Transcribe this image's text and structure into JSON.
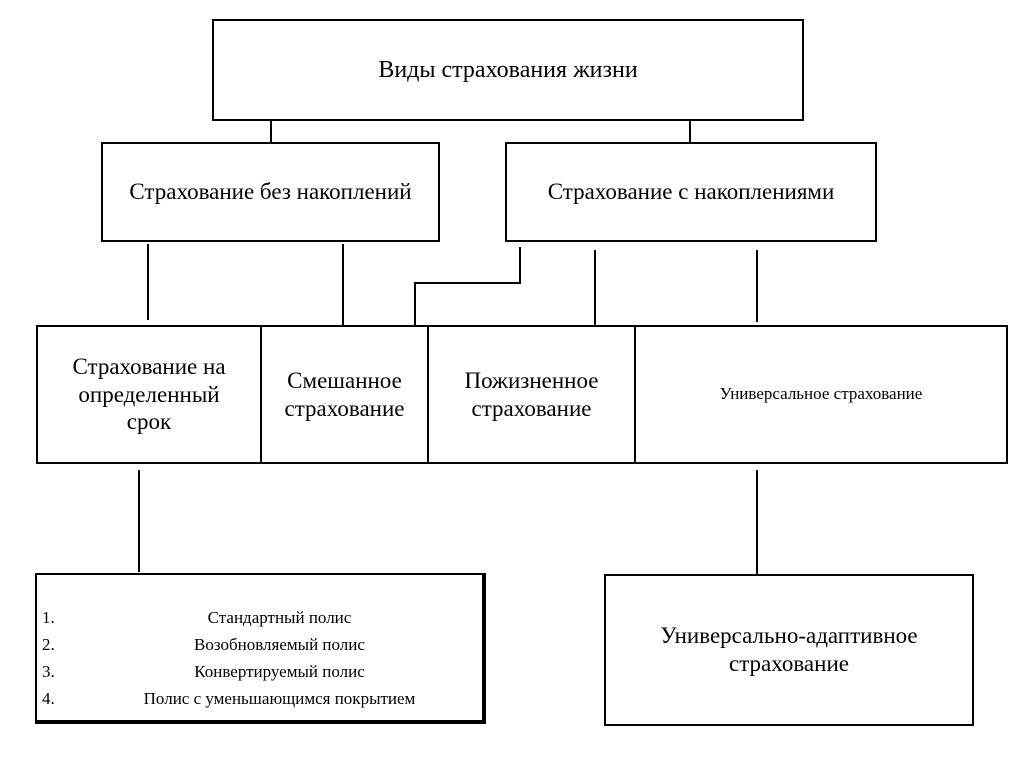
{
  "diagram": {
    "root": {
      "label": "Виды страхования жизни"
    },
    "branches": {
      "without_savings": "Страхование без накоплений",
      "with_savings": "Страхование с накоплениями"
    },
    "types": {
      "term": [
        "Страхование на",
        "определенный",
        "срок"
      ],
      "mixed": [
        "Смешанное",
        "страхование"
      ],
      "lifelong": [
        "Пожизненное",
        "страхование"
      ],
      "universal": "Универсальное страхование"
    },
    "term_policies": [
      {
        "num": "1.",
        "label": "Стандартный полис"
      },
      {
        "num": "2.",
        "label": "Возобновляемый полис"
      },
      {
        "num": "3.",
        "label": "Конвертируемый полис"
      },
      {
        "num": "4.",
        "label": "Полис с уменьшающимся покрытием"
      }
    ],
    "universal_child": [
      "Универсально-адаптивное",
      "страхование"
    ]
  }
}
